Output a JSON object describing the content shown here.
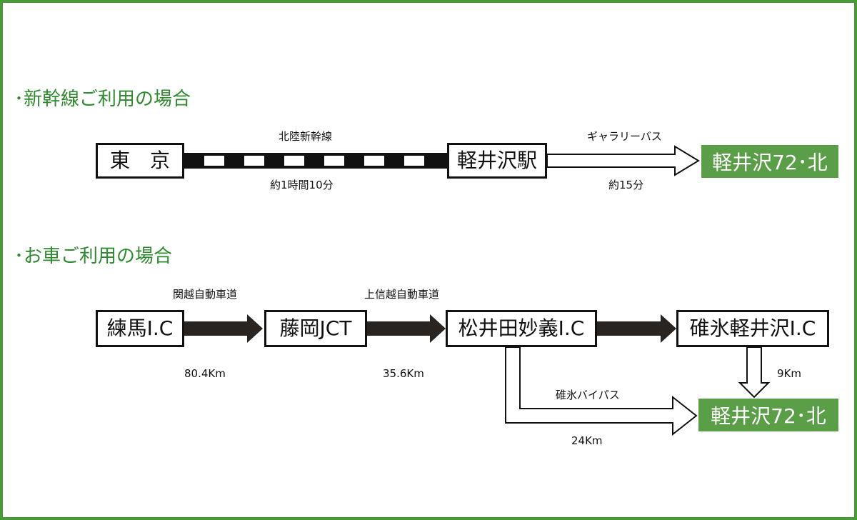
{
  "shinkansen": {
    "heading": "･新幹線ご利用の場合",
    "tokyo": "東　京",
    "line_name": "北陸新幹線",
    "line_time": "約1時間10分",
    "station": "軽井沢駅",
    "bus_name": "ギャラリーバス",
    "bus_time": "約15分",
    "destination": "軽井沢72･北"
  },
  "car": {
    "heading": "･お車ご利用の場合",
    "nerima": "練馬I.C",
    "expressway1": "関越自動車道",
    "distance1": "80.4Km",
    "fujioka": "藤岡JCT",
    "expressway2": "上信越自動車道",
    "distance2": "35.6Km",
    "matsuida": "松井田妙義I.C",
    "usui": "碓氷軽井沢I.C",
    "distance_usui": "9Km",
    "bypass_name": "碓氷バイパス",
    "bypass_distance": "24Km",
    "destination": "軽井沢72･北"
  },
  "colors": {
    "accent_green": "#5a9e48",
    "heading_green": "#2e8a2e",
    "line": "#111111"
  }
}
